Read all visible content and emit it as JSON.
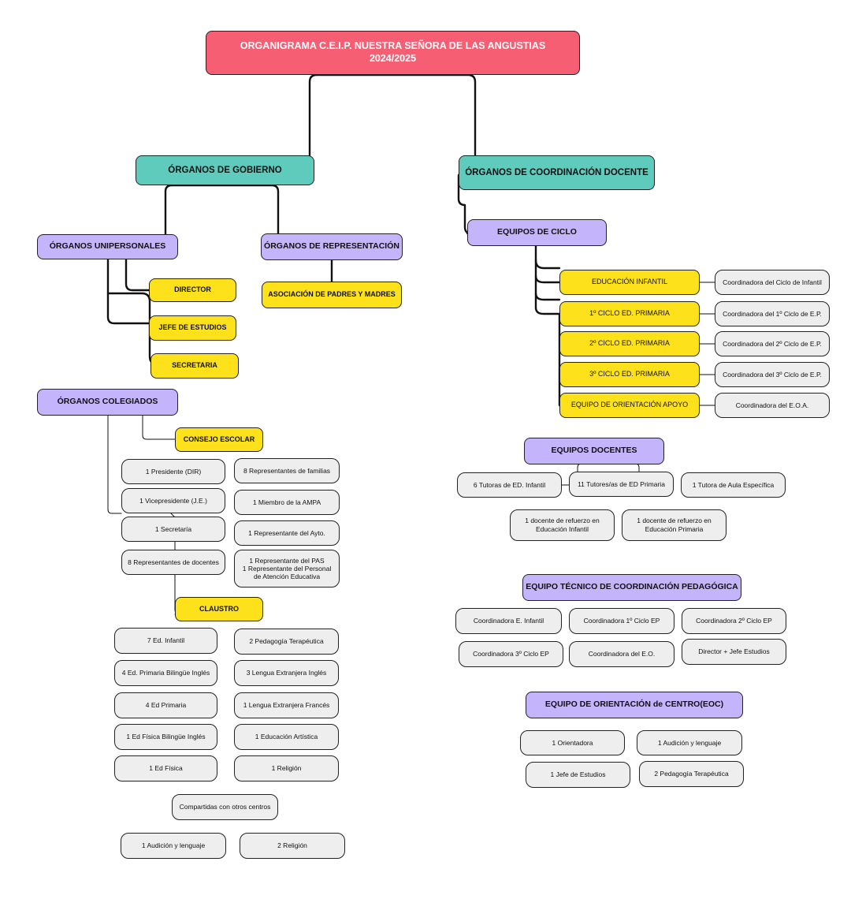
{
  "title": {
    "line1": "ORGANIGRAMA C.E.I.P. NUESTRA SEÑORA DE LAS ANGUSTIAS",
    "line2": "2024/2025"
  },
  "gobierno": {
    "heading": "ÓRGANOS DE GOBIERNO",
    "unipersonales": {
      "heading": "ÓRGANOS UNIPERSONALES",
      "items": [
        "DIRECTOR",
        "JEFE DE ESTUDIOS",
        "SECRETARIA"
      ]
    },
    "representacion": {
      "heading": "ÓRGANOS DE REPRESENTACIÓN",
      "items": [
        "ASOCIACIÓN DE PADRES Y MADRES"
      ]
    },
    "colegiados": {
      "heading": "ÓRGANOS COLEGIADOS",
      "consejo": {
        "heading": "CONSEJO ESCOLAR",
        "left": [
          "1 Presidente (DIR)",
          "1 Vicepresidente (J.E.)",
          "1 Secretaría",
          "8 Representantes de docentes"
        ],
        "right": [
          "8 Representantes de familias",
          "1 Miembro de la AMPA",
          "1 Representante del Ayto."
        ],
        "pas": [
          "1 Representante del PAS",
          "1 Representante del Personal",
          "de Atención Educativa"
        ]
      },
      "claustro": {
        "heading": "CLAUSTRO",
        "left": [
          "7 Ed. Infantil",
          "4 Ed. Primaria Bilingüe Inglés",
          "4 Ed Primaria",
          "1 Ed Física Bilingüe Inglés",
          "1 Ed Física"
        ],
        "right": [
          "2 Pedagogía Terapéutica",
          "3 Lengua Extranjera Inglés",
          "1 Lengua Extranjera Francés",
          "1 Educación Artística",
          "1 Religión"
        ],
        "compartidas": "Compartidas con otros centros",
        "compartidas_items": [
          "1 Audición y lenguaje",
          "2 Religión"
        ]
      }
    }
  },
  "coordinacion": {
    "heading": "ÓRGANOS DE COORDINACIÓN DOCENTE",
    "equipos_ciclo": {
      "heading": "EQUIPOS DE CICLO",
      "ciclos": [
        "EDUCACIÓN INFANTIL",
        "1º CICLO ED. PRIMARIA",
        "2º CICLO ED. PRIMARIA",
        "3º CICLO ED. PRIMARIA",
        "EQUIPO DE ORIENTACIÓN  APOYO"
      ],
      "coordinadoras": [
        "Coordinadora del Ciclo de Infantil",
        "Coordinadora del 1º Ciclo de E.P.",
        "Coordinadora del 2º Ciclo de E.P.",
        "Coordinadora del 3º Ciclo de E.P.",
        "Coordinadora del E.O.A."
      ]
    },
    "equipos_docentes": {
      "heading": "EQUIPOS DOCENTES",
      "row1": [
        "6 Tutoras de ED. Infantil",
        "11 Tutores/as de ED Primaria",
        "1 Tutora de Aula Específica"
      ],
      "refuerzo_infantil": [
        "1 docente de refuerzo en",
        "Educación Infantil"
      ],
      "refuerzo_primaria": [
        "1 docente de refuerzo en",
        "Educación Primaria"
      ]
    },
    "etcp": {
      "heading": "EQUIPO TÉCNICO DE COORDINACIÓN PEDAGÓGICA",
      "items": [
        "Coordinadora E. Infantil",
        "Coordinadora 1º Ciclo EP",
        "Coordinadora 2º Ciclo EP",
        "Coordinadora 3º Ciclo EP",
        "Coordinadora del E.O.",
        "Director + Jefe Estudios"
      ]
    },
    "eoc": {
      "heading": "EQUIPO DE ORIENTACIÓN de CENTRO(EOC)",
      "items": [
        "1 Orientadora",
        "1 Audición y lenguaje",
        "1 Jefe de Estudios",
        "2 Pedagogía Terapéutica"
      ]
    }
  },
  "colors": {
    "title": "#f65e73",
    "teal": "#5ecbbd",
    "lavender": "#c3b4fb",
    "yellow": "#fde21b",
    "gray": "#eeeeee"
  }
}
